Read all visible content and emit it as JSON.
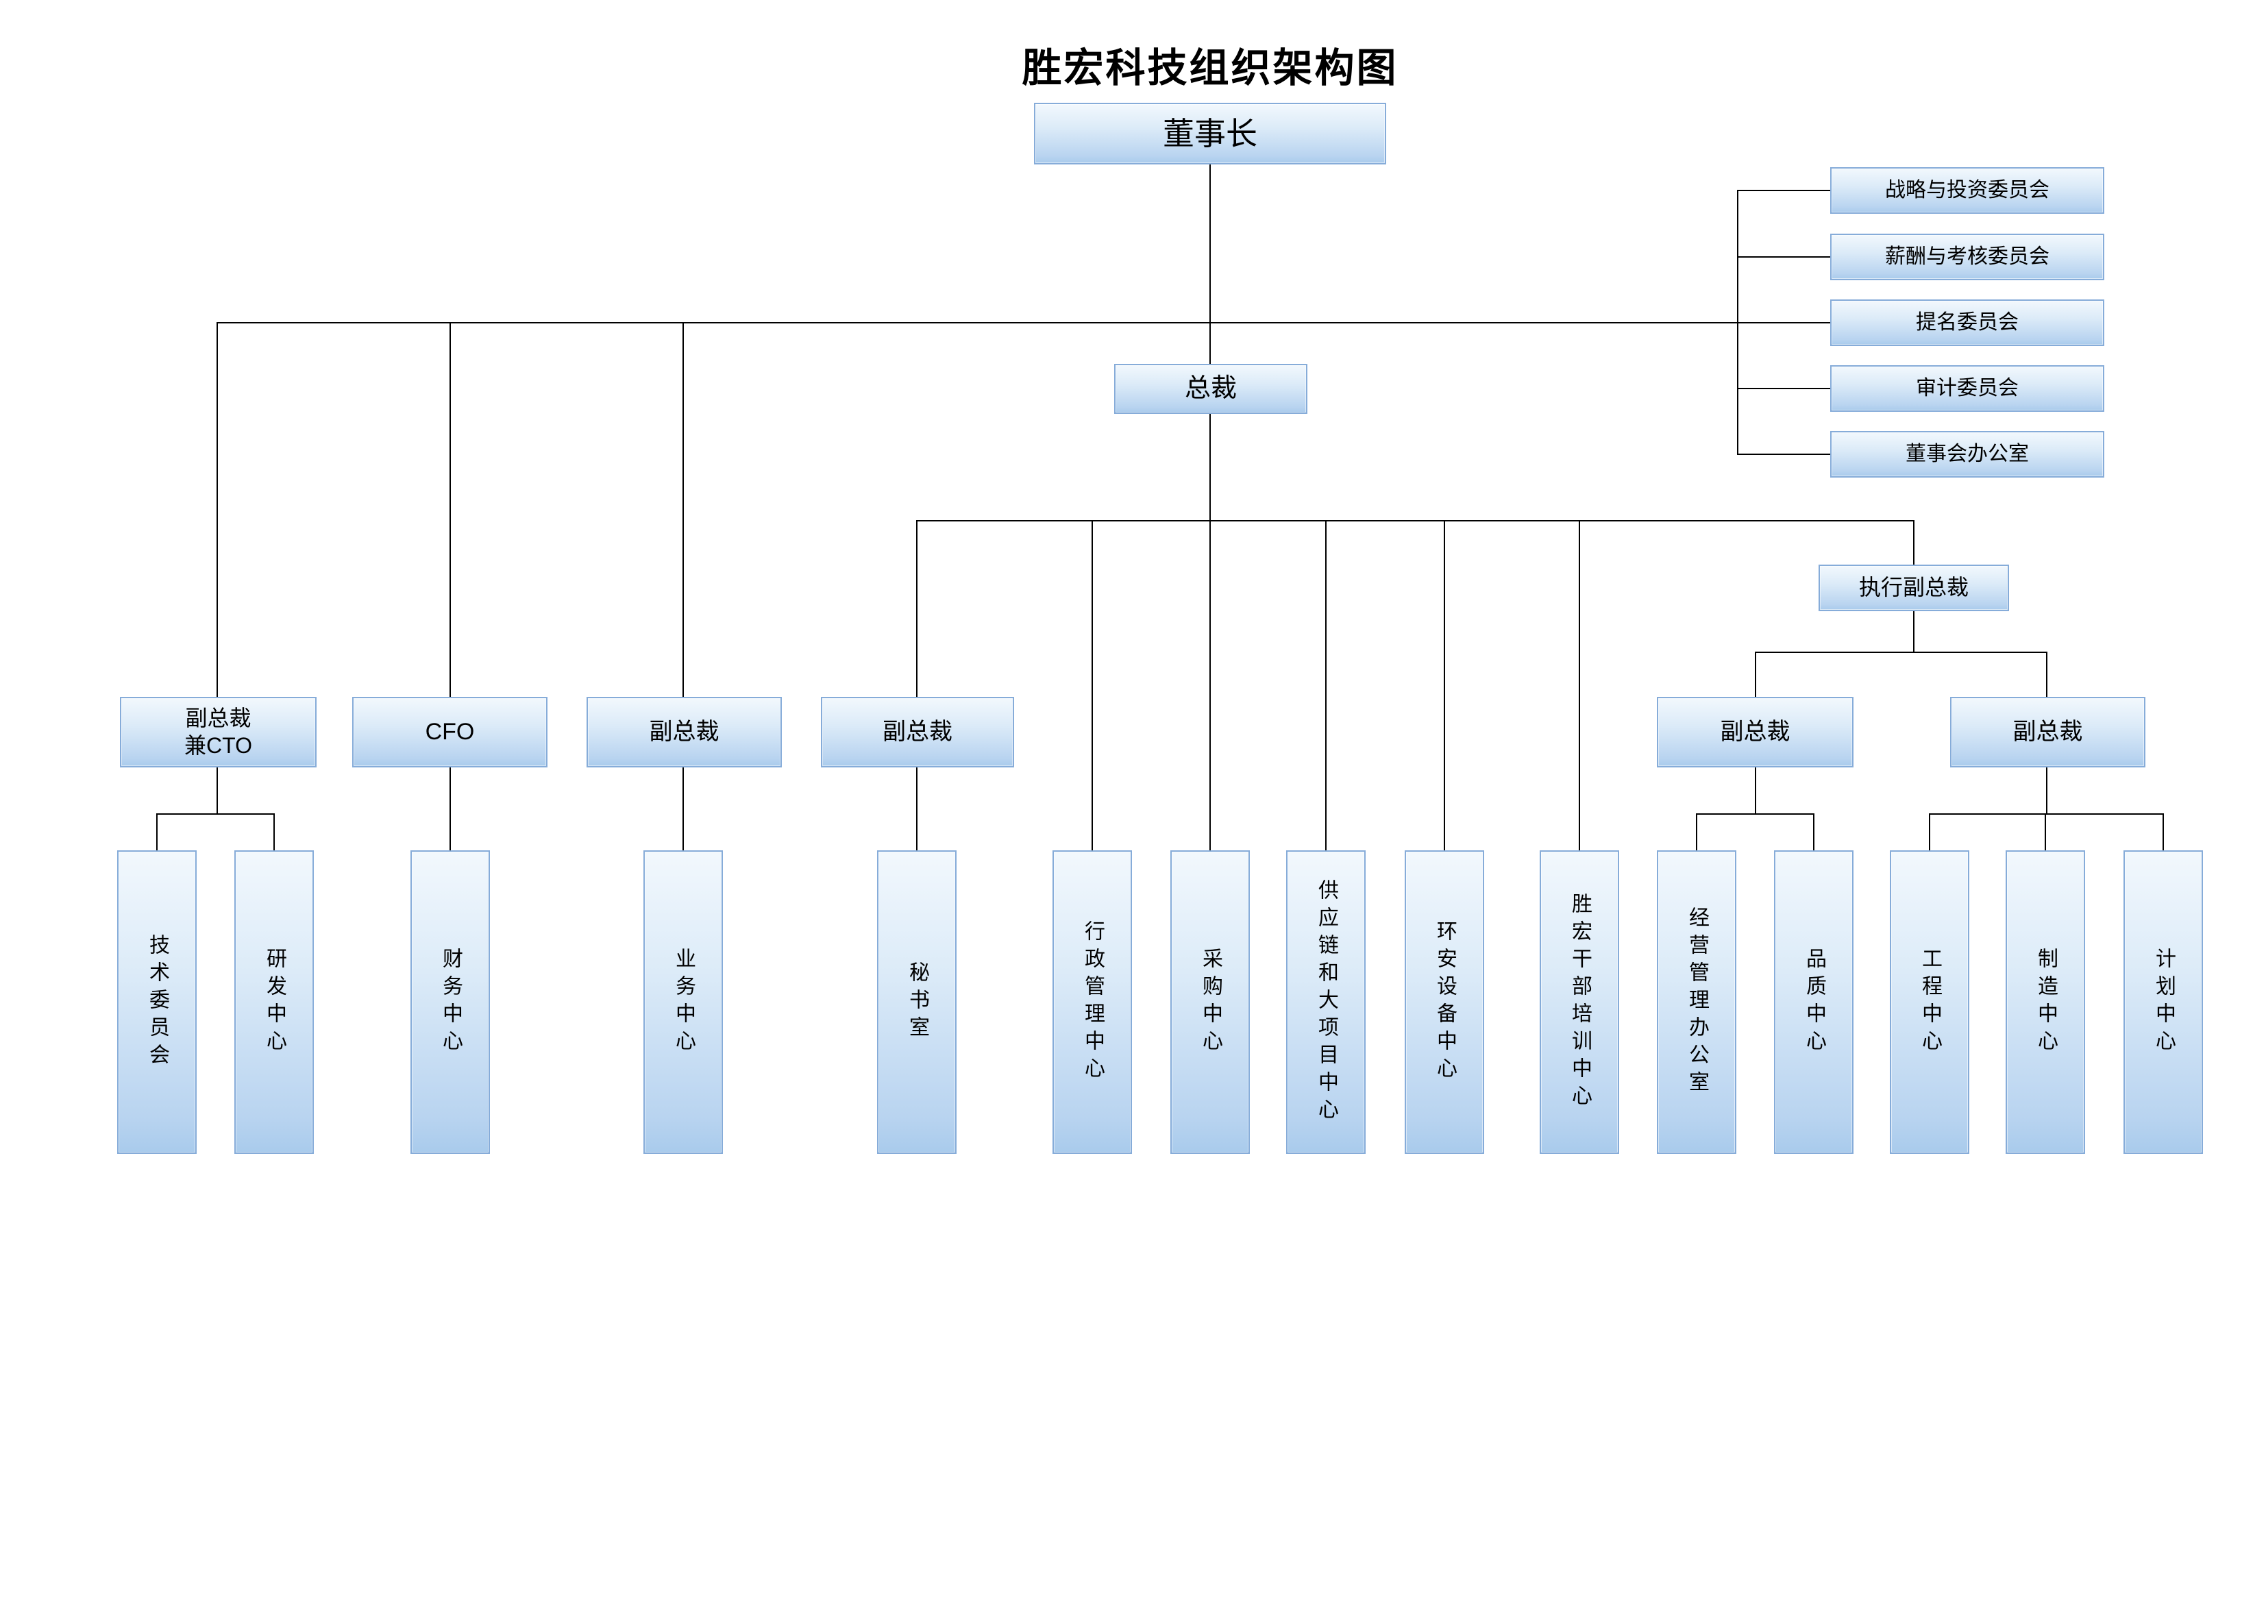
{
  "title": "胜宏科技组织架构图",
  "nodes": {
    "chairman": "董事长",
    "president": "总裁",
    "evp": "执行副总裁",
    "vp_cto": "副总裁\n兼CTO",
    "cfo": "CFO",
    "vp_a": "副总裁",
    "vp_b": "副总裁",
    "vp_c": "副总裁",
    "vp_d": "副总裁"
  },
  "committees": {
    "strategy_investment": "战略与投资委员会",
    "compensation_assessment": "薪酬与考核委员会",
    "nomination": "提名委员会",
    "audit": "审计委员会",
    "board_office": "董事会办公室"
  },
  "departments": {
    "tech_committee": "技术委员会",
    "rd_center": "研发中心",
    "finance_center": "财务中心",
    "business_center": "业务中心",
    "secretary_office": "秘书室",
    "admin_center": "行政管理中心",
    "procurement_center": "采购中心",
    "supply_chain_center": "供应链和大项目中心",
    "ehs_center": "环安设备中心",
    "cadre_training_center": "胜宏干部培训中心",
    "om_office": "经营管理办公室",
    "quality_center": "品质中心",
    "engineering_center": "工程中心",
    "manufacturing_center": "制造中心",
    "planning_center": "计划中心"
  },
  "colors": {
    "box_border": "#86acd9",
    "box_fill_light": "#f2f8fd",
    "box_fill_dark": "#a9cbec",
    "connector": "#000000"
  }
}
